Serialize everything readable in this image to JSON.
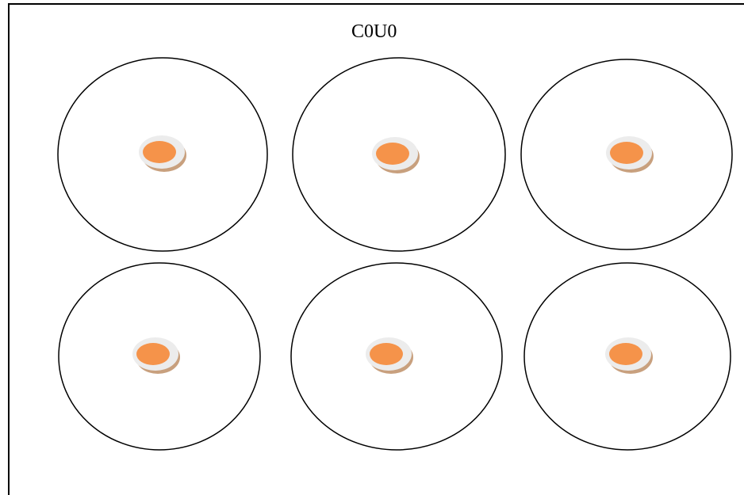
{
  "title": "C0U0",
  "colors": {
    "outline": "#000000",
    "yolk": "#F5934A",
    "rim": "#ECECEC",
    "shadow": "#C8A07E",
    "background": "#FFFFFF"
  },
  "icons": [
    "plate-icon"
  ],
  "dishes": [
    {
      "id": "dish-1"
    },
    {
      "id": "dish-2"
    },
    {
      "id": "dish-3"
    },
    {
      "id": "dish-4"
    },
    {
      "id": "dish-5"
    },
    {
      "id": "dish-6"
    }
  ]
}
